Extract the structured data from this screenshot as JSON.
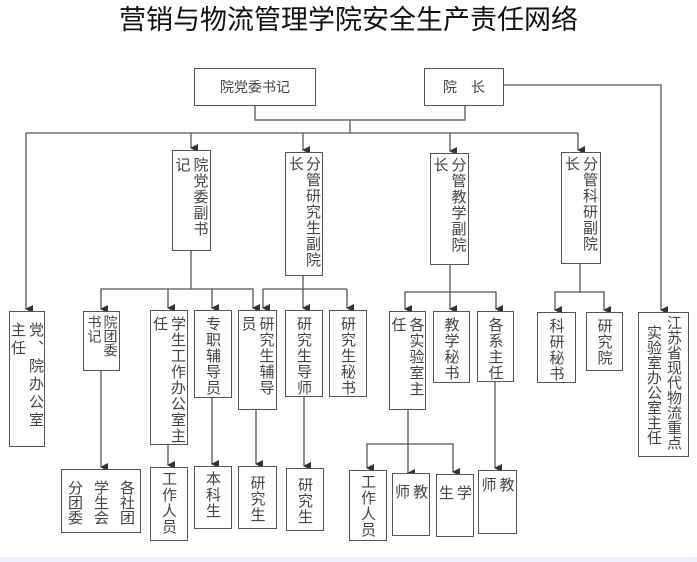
{
  "title": "营销与物流管理学院安全生产责任网络",
  "level1": {
    "party_secretary": "院党委书记",
    "dean": "院　长"
  },
  "level2": {
    "deputy_party_secretary": "院党委副书记",
    "vice_dean_graduate": "分管研究生副院长",
    "vice_dean_teaching": "分管教学副院长",
    "vice_dean_research": "分管科研副院长"
  },
  "level3": {
    "office_director": "党、院办公室主任",
    "youth_league_secretary": "院团委书记",
    "student_affairs_director": "学生工作办公室主任",
    "full_time_counselor": "专职辅导员",
    "graduate_counselor": "研究生辅导员",
    "graduate_supervisor": "研究生导师",
    "graduate_secretary": "研究生秘书",
    "lab_directors": "各实验室主任",
    "teaching_secretary": "教学秘书",
    "department_heads": "各系主任",
    "research_secretary": "科研秘书",
    "research_institute": "研究院",
    "key_lab_office_director": [
      "江苏省现代物流重点",
      "实验室办公室主任"
    ]
  },
  "level4": {
    "league_groups": [
      "分团委",
      "学生会",
      "各社团"
    ],
    "student_affairs_staff": "工作人员",
    "undergraduates": "本科生",
    "graduates_counselor": "研究生",
    "graduates_supervisor": "研究生",
    "lab_staff": "工作人员",
    "lab_teachers": "教师",
    "lab_students": "学生",
    "department_teachers": "教师"
  }
}
